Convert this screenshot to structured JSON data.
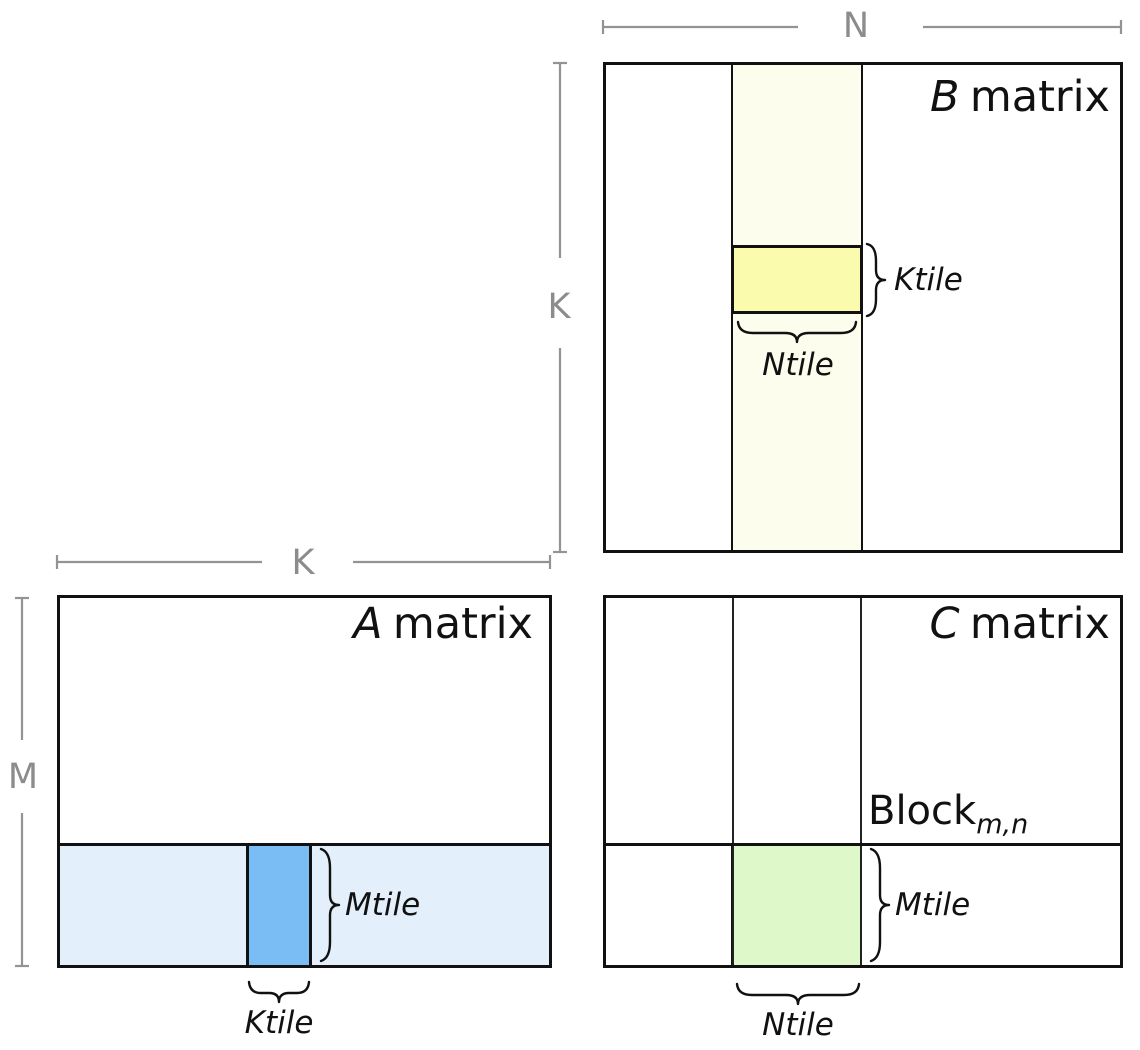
{
  "dimensions": {
    "n": "N",
    "k_b": "K",
    "k_a": "K",
    "m": "M"
  },
  "matrices": {
    "b": {
      "letter": "B",
      "word": "matrix",
      "ktile": "Ktile",
      "ntile": "Ntile"
    },
    "a": {
      "letter": "A",
      "word": "matrix",
      "mtile": "Mtile",
      "ktile": "Ktile"
    },
    "c": {
      "letter": "C",
      "word": "matrix",
      "block": "Block",
      "block_sub": "m,n",
      "mtile": "Mtile",
      "ntile": "Ntile"
    }
  },
  "colors": {
    "b_column_fill": "#FDFDEE",
    "b_tile_fill": "#FBFBAD",
    "a_row_fill": "#E3EFFB",
    "a_tile_fill": "#7ABDF4",
    "c_tile_fill": "#DFF8C9",
    "marker_gray": "#939393",
    "line_black": "#111111"
  }
}
